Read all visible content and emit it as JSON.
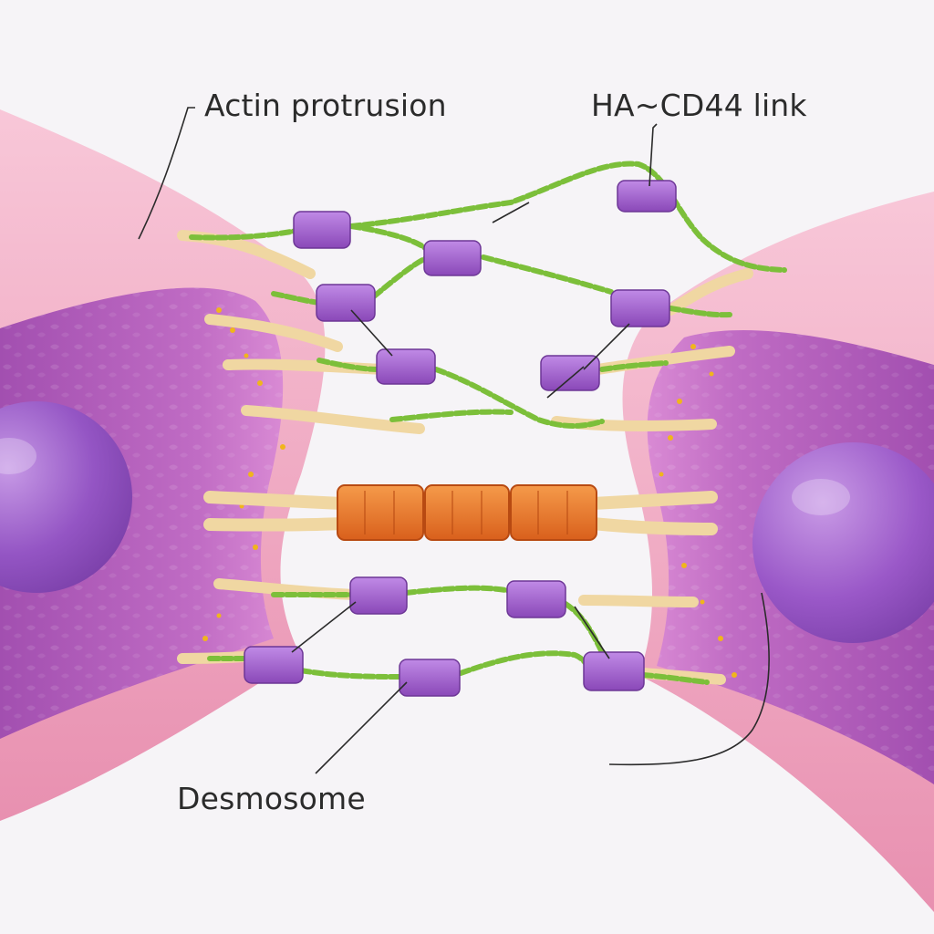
{
  "labels": {
    "actin_protrusion": "Actin protrusion",
    "ha_cd44_link": "HA~CD44 link",
    "desmosome": "Desmosome"
  },
  "colors": {
    "background": "#f6f4f7",
    "membrane": "#f1a9c2",
    "cytoplasm": "#b45bb8",
    "nucleus": "#9b55c8",
    "cd44_block": "#a566cc",
    "chain": "#7cbf3a",
    "actin_bundle": "#f3dcaa",
    "desmosome_plaque": "#e8742a",
    "granules": "#f0b51c",
    "leader_line": "#2b2b2b"
  },
  "icons": {
    "cd44": "purple-block",
    "ha_chain": "green-chain",
    "desmosome": "orange-plaque"
  }
}
